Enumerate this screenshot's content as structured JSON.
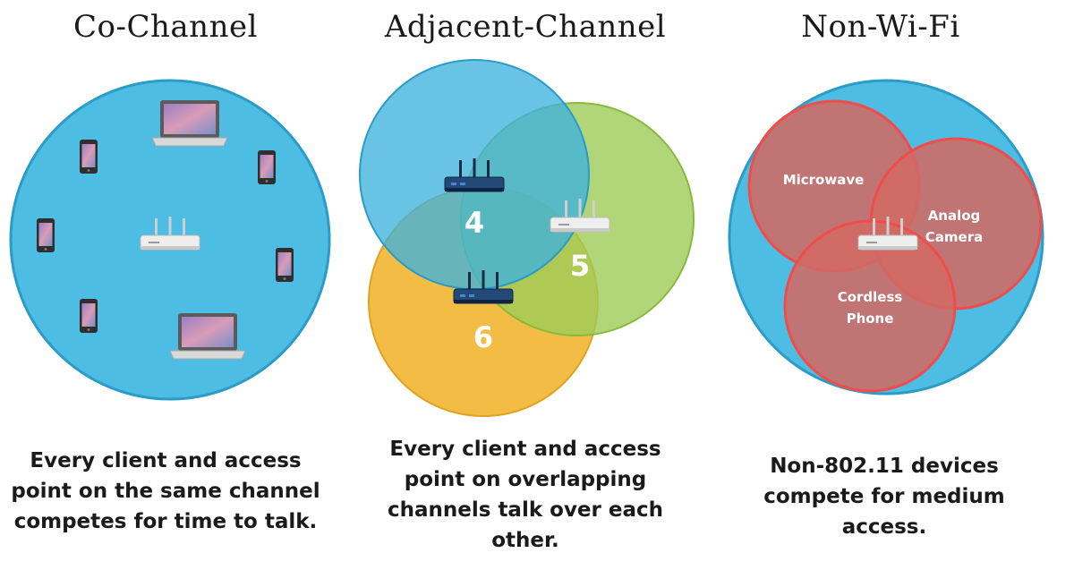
{
  "panels": [
    {
      "title": "Co-Channel",
      "caption": [
        "Every client and access",
        "point on the same channel",
        "competes for time to talk."
      ]
    },
    {
      "title": "Adjacent-Channel",
      "caption": [
        "Every client and access",
        "point on overlapping",
        "channels talk over each",
        "other."
      ],
      "channels": [
        "4",
        "5",
        "6"
      ]
    },
    {
      "title": "Non-Wi-Fi",
      "caption": [
        "Non-802.11 devices",
        "compete for medium",
        "access."
      ],
      "sources": {
        "microwave": [
          "Microwave"
        ],
        "camera": [
          "Analog",
          "Camera"
        ],
        "phone": [
          "Cordless",
          "Phone"
        ]
      }
    }
  ],
  "colors": {
    "wifi_blue": "#4dbde3",
    "blue_stroke": "#2a9cc7",
    "green": "#9ccc58",
    "yellow": "#f2b93b",
    "interferer_red": "#d26a64",
    "red_stroke": "#ee4d4a",
    "router_white": "#e6e6e6",
    "router_navy": "#1f3d6b"
  },
  "icons": [
    "laptop-icon",
    "phone-icon",
    "router-icon"
  ]
}
